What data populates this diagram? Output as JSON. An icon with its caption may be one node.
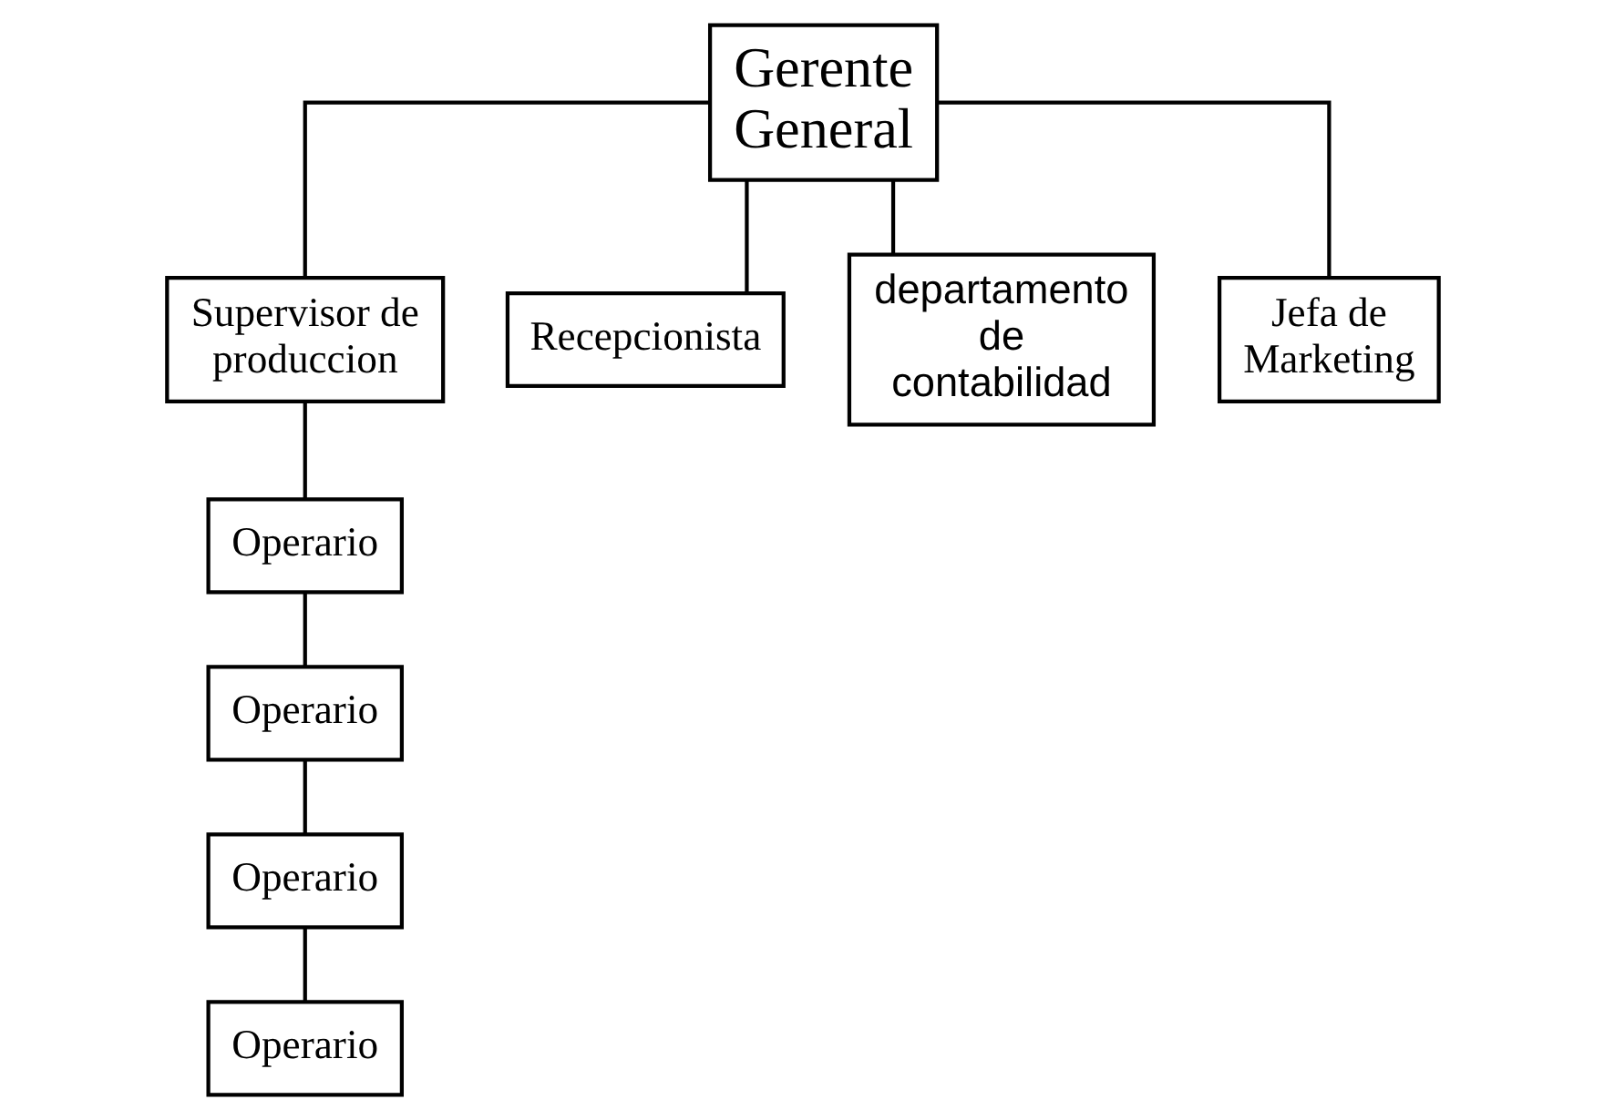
{
  "diagram": {
    "nodes": [
      {
        "text": [
          "Gerente General"
        ]
      },
      {
        "text": [
          "Supervisor de produccion"
        ]
      },
      {
        "text": [
          "Recepcionista"
        ]
      },
      {
        "text": [
          "departamento de contabilidad"
        ]
      },
      {
        "text": [
          "Jefa de Marketing"
        ]
      },
      {
        "text": [
          "Operario"
        ]
      },
      {
        "text": [
          "Operario"
        ]
      },
      {
        "text": [
          "Operario"
        ]
      },
      {
        "text": [
          "Operario"
        ]
      }
    ],
    "edges": [
      {
        "from": 0,
        "to": 1,
        "arrow": "none"
      },
      {
        "from": 0,
        "to": 2,
        "arrow": "none"
      },
      {
        "from": 0,
        "to": 3,
        "arrow": "none"
      },
      {
        "from": 0,
        "to": 4,
        "arrow": "none"
      },
      {
        "from": 1,
        "to": 5,
        "arrow": "none"
      },
      {
        "from": 5,
        "to": 6,
        "arrow": "none"
      },
      {
        "from": 6,
        "to": 7,
        "arrow": "none"
      },
      {
        "from": 7,
        "to": 8,
        "arrow": "none"
      }
    ]
  }
}
